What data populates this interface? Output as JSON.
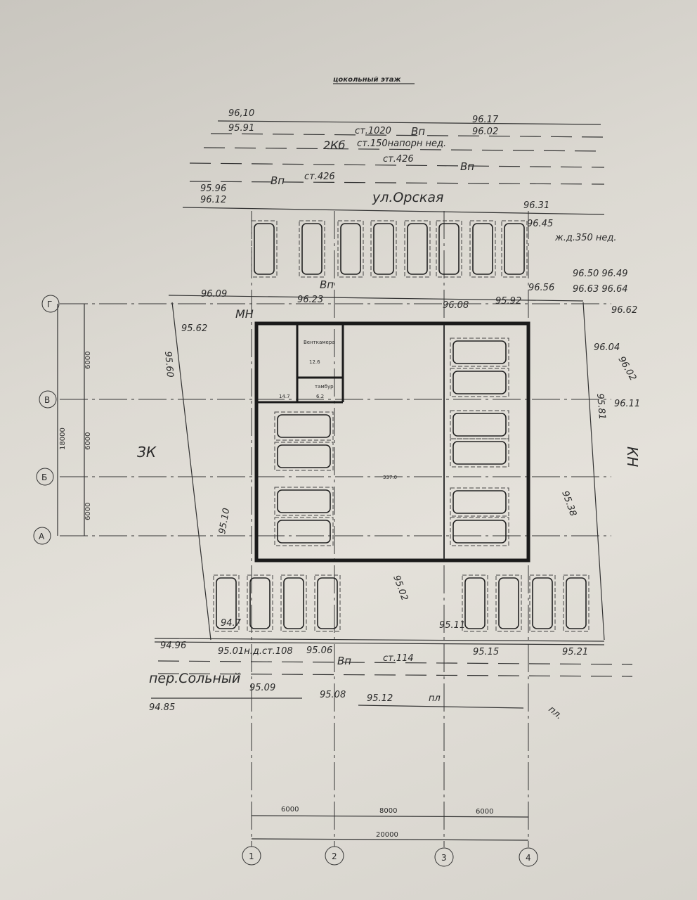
{
  "title": "цокольный этаж",
  "street_labels": {
    "orskaya": "ул.Орская",
    "solny": "пер.Сольный"
  },
  "top_labels": [
    "96,10",
    "95.91",
    "96.17",
    "96.02",
    "ст.1020",
    "Вп",
    "2Кб",
    "ст.150напорн нед.",
    "ст.426",
    "Вп",
    "ст.426",
    "Вп",
    "95.96",
    "96.12",
    "96.31",
    "96.45",
    "ж.д.350 нед.",
    "96.50 96.49",
    "96.63 96.64",
    "96.56",
    "96.62",
    "96.09",
    "96.23",
    "96.08",
    "95.92",
    "95.62",
    "МН",
    "Вп",
    "96.04",
    "96.02",
    "96.11",
    "95.81",
    "95.38",
    "95.10",
    "95.60",
    "КН",
    "ЗК"
  ],
  "bottom_labels": [
    "94.96",
    "95.01н.д.ст.108",
    "95.06",
    "Вп",
    "ст.114",
    "95.15",
    "95.21",
    "94.85",
    "95.09",
    "95.08",
    "95.12",
    "пл",
    "пл.",
    "95.02",
    "95.11",
    "94.7"
  ],
  "rooms": [
    {
      "name": "Венткамера",
      "area": "12.6"
    },
    {
      "name": "",
      "area": "14.7"
    },
    {
      "name": "тамбур",
      "area": "6.2"
    },
    {
      "name": "",
      "area": "337.0"
    }
  ],
  "axes_rows": [
    "Г",
    "В",
    "Б",
    "А"
  ],
  "axes_cols": [
    "1",
    "2",
    "3",
    "4"
  ],
  "dims_vertical": {
    "total": "18000",
    "spans": [
      "6000",
      "6000",
      "6000"
    ]
  },
  "dims_horizontal": {
    "total": "20000",
    "spans": [
      "6000",
      "8000",
      "6000"
    ]
  }
}
